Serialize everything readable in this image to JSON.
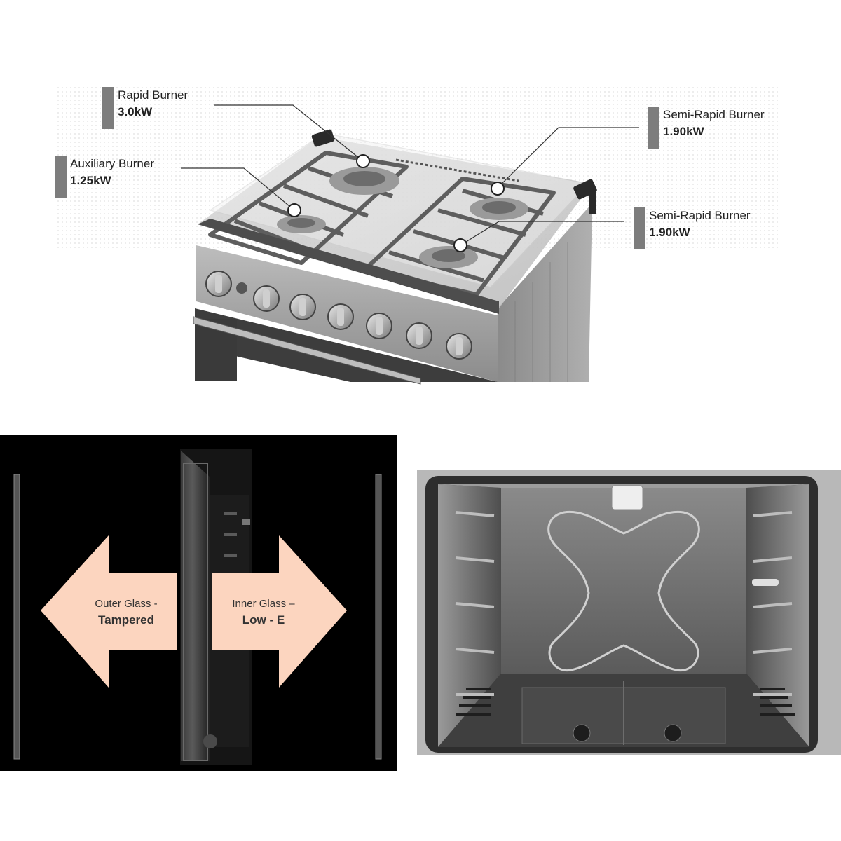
{
  "cooktop": {
    "burners": [
      {
        "name": "Rapid Burner",
        "power": "3.0kW"
      },
      {
        "name": "Auxiliary Burner",
        "power": "1.25kW"
      },
      {
        "name": "Semi-Rapid Burner",
        "power": "1.90kW"
      },
      {
        "name": "Semi-Rapid Burner",
        "power": "1.90kW"
      }
    ]
  },
  "glass": {
    "outer_label": "Outer Glass -",
    "outer_value": "Tampered",
    "inner_label": "Inner Glass –",
    "inner_value": "Low - E",
    "arrow_color": "#fcd5bf"
  },
  "colors": {
    "label_bar": "#7d7d7d",
    "steel": "#9a9a9a",
    "dark_steel": "#4d4d4d"
  }
}
